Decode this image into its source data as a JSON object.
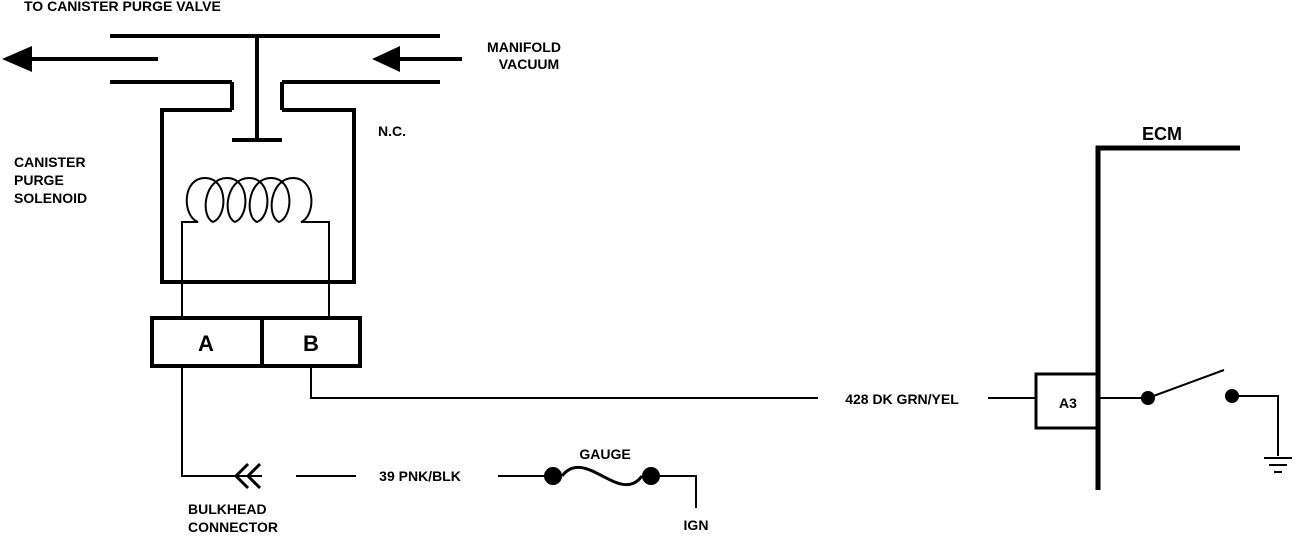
{
  "labels": {
    "to_canister_purge_valve": "TO CANISTER PURGE VALVE",
    "manifold": "MANIFOLD",
    "vacuum": "VACUUM",
    "nc": "N.C.",
    "canister": "CANISTER",
    "purge": "PURGE",
    "solenoid": "SOLENOID",
    "pin_a": "A",
    "pin_b": "B",
    "wire_428": "428 DK GRN/YEL",
    "wire_39": "39 PNK/BLK",
    "gauge": "GAUGE",
    "ign": "IGN",
    "bulkhead": "BULKHEAD",
    "connector": "CONNECTOR",
    "ecm": "ECM",
    "ecm_pin": "A3"
  },
  "colors": {
    "line": "#000000",
    "background": "#ffffff"
  }
}
